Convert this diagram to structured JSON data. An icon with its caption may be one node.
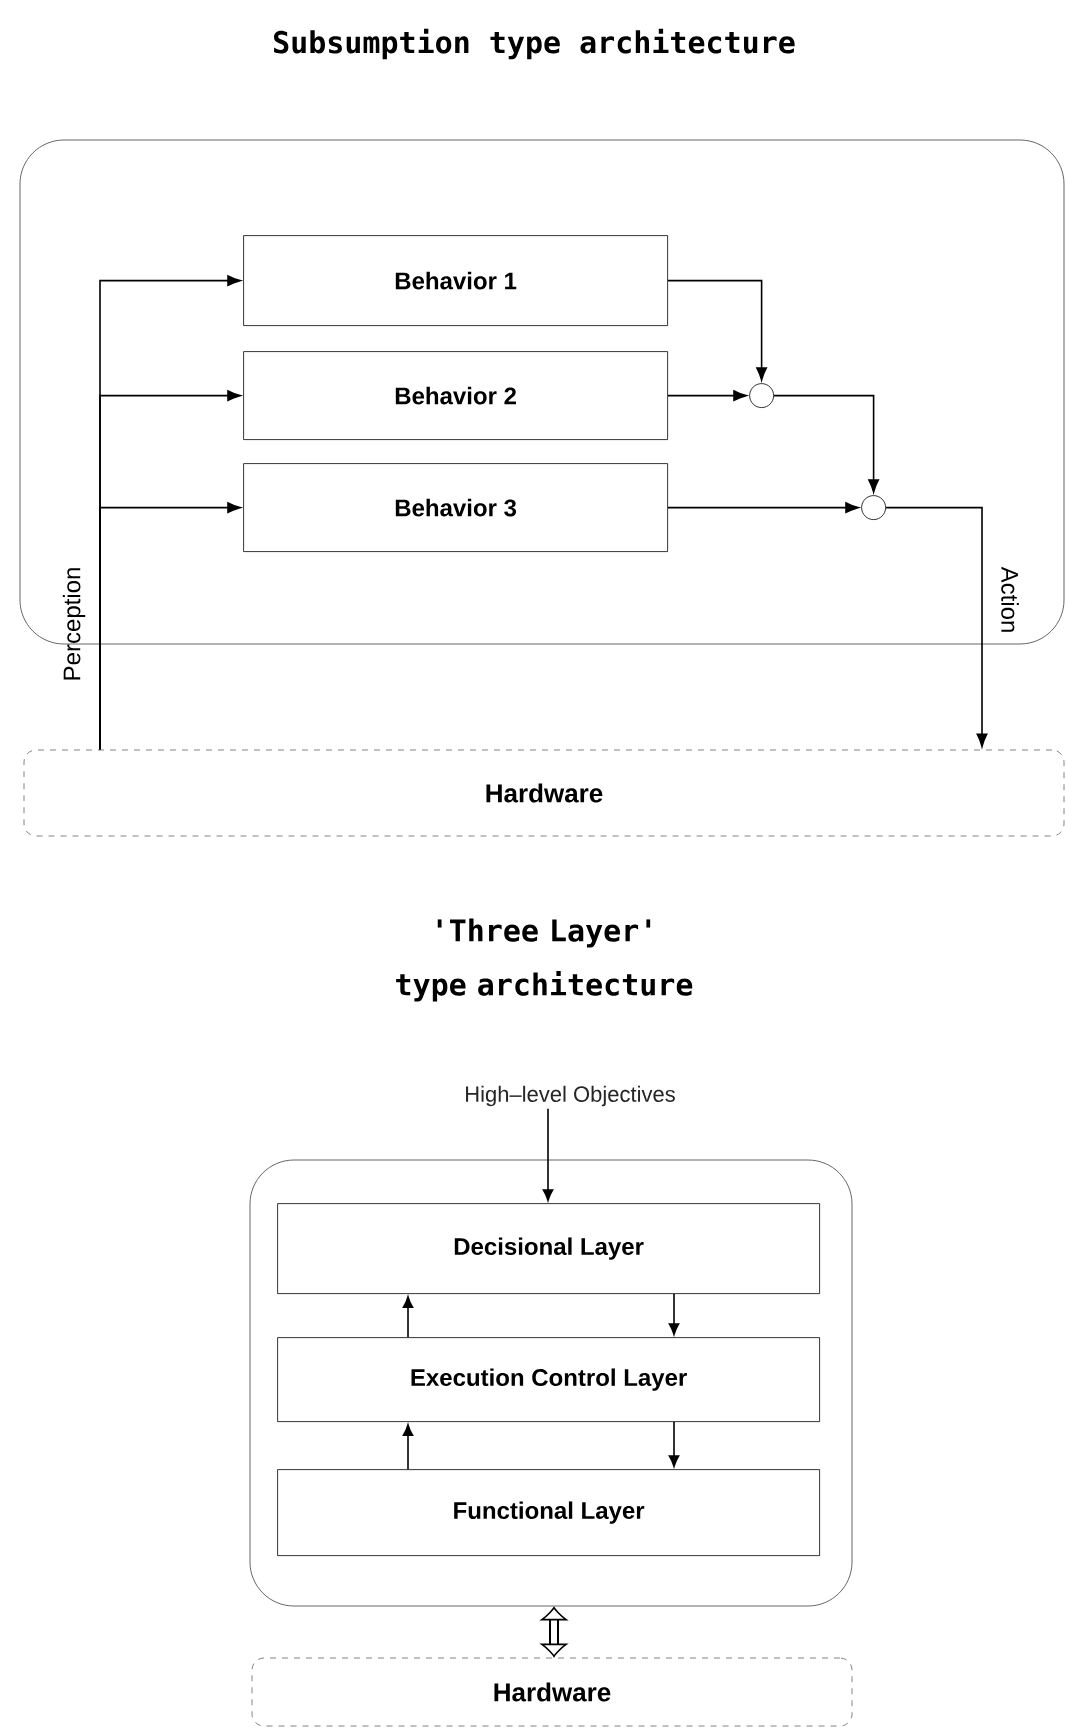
{
  "diagram": {
    "title": "Subsumption type architecture",
    "nodes": [
      {
        "text": [],
        "shape": "box"
      },
      {
        "text": [
          "Behavior 1"
        ],
        "in": 0
      },
      {
        "text": [
          "Behavior 2"
        ],
        "in": 0
      },
      {
        "text": [
          "Behavior 3"
        ],
        "in": 0
      },
      {
        "text": [],
        "shape": "circle",
        "in": 0
      },
      {
        "text": [],
        "shape": "circle",
        "in": 0
      },
      {
        "text": [
          "Hardware"
        ]
      },
      {
        "text": [
          "High–level Objectives"
        ]
      },
      {
        "text": [],
        "shape": "box"
      },
      {
        "text": [
          "Decisional Layer"
        ],
        "in": 8
      },
      {
        "text": [
          "Execution Control Layer"
        ],
        "in": 8
      },
      {
        "text": [
          "Functional Layer"
        ],
        "in": 8
      },
      {
        "text": [
          "Hardware"
        ]
      }
    ],
    "edges": [
      {
        "from": 6,
        "to": 1,
        "arrow": "to",
        "label": "Perception"
      },
      {
        "from": 6,
        "to": 2,
        "arrow": "to"
      },
      {
        "from": 6,
        "to": 3,
        "arrow": "to"
      },
      {
        "from": 1,
        "to": 4,
        "arrow": "to"
      },
      {
        "from": 2,
        "to": 4,
        "arrow": "to"
      },
      {
        "from": 4,
        "to": 5,
        "arrow": "to"
      },
      {
        "from": 3,
        "to": 5,
        "arrow": "to"
      },
      {
        "from": 5,
        "to": 6,
        "arrow": "to",
        "label": "Action"
      },
      {
        "from": 7,
        "to": 9,
        "arrow": "to"
      },
      {
        "from": 10,
        "to": 9,
        "arrow": "to"
      },
      {
        "from": 9,
        "to": 10,
        "arrow": "to"
      },
      {
        "from": 11,
        "to": 10,
        "arrow": "to"
      },
      {
        "from": 10,
        "to": 11,
        "arrow": "to"
      },
      {
        "from": 8,
        "to": 12,
        "arrow": "both",
        "style": "thick"
      }
    ],
    "labels": [
      "'Three Layer' type architecture"
    ]
  }
}
